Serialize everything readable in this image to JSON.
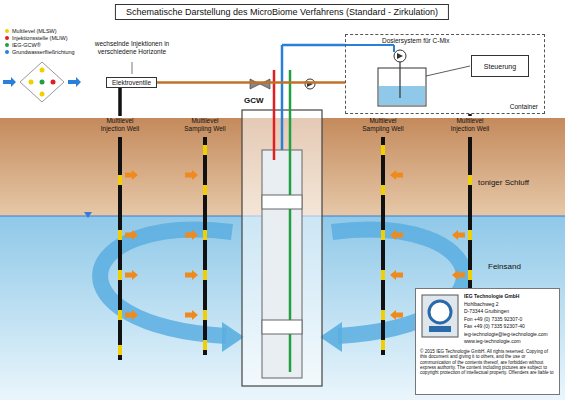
{
  "diagram": {
    "title": "Schematische Darstellung des MicroBiome Verfahrens (Standard - Zirkulation)",
    "nodes": [
      {
        "text": [
          "Elektroventile"
        ]
      },
      {
        "text": [
          "Dosiersystem für C-Mix",
          "Container"
        ]
      },
      {
        "text": [
          "Steuerung"
        ],
        "in": 1
      },
      {
        "text": [
          "IEG Technologie GmbH",
          "Hohlbachweg 2",
          "D-73344 Gruibingen",
          "Fon +49 (0) 7335 92307-0",
          "Fax +49 (0) 7335 92307-40",
          "ieg-technologie@ieg-technologie.com",
          "www.ieg-technologie.com",
          "© 2015 IEG Technologie GmbH. All rights reserved. Copying of this document and giving it to others, and the use or communication of the contents thereof, are forbidden without express authority. The content including pictures are subject to copyright protection of intellectual property. Offenders are liable to"
        ]
      }
    ],
    "edges": [
      {
        "from": 0,
        "to": 1,
        "arrow": "none"
      }
    ],
    "labels": [
      "wechselnde Injektionen in verschiedene Horizonte",
      "Multilevel Injection Well",
      "Multilevel Sampling Well",
      "GCW",
      "Multilevel Sampling Well",
      "Multilevel Injection Well",
      "toniger Schluff",
      "Feinsand"
    ],
    "legend": [
      {
        "text": "Multilevel (MLSW)",
        "color": "#f0d000"
      },
      {
        "text": "Injektionsstelle (MLIW)",
        "color": "#e02020"
      },
      {
        "text": "IEG-GCW®",
        "color": "#20a040"
      },
      {
        "text": "Grundwasserfließrichtung",
        "color": "#2a80d8"
      }
    ]
  }
}
